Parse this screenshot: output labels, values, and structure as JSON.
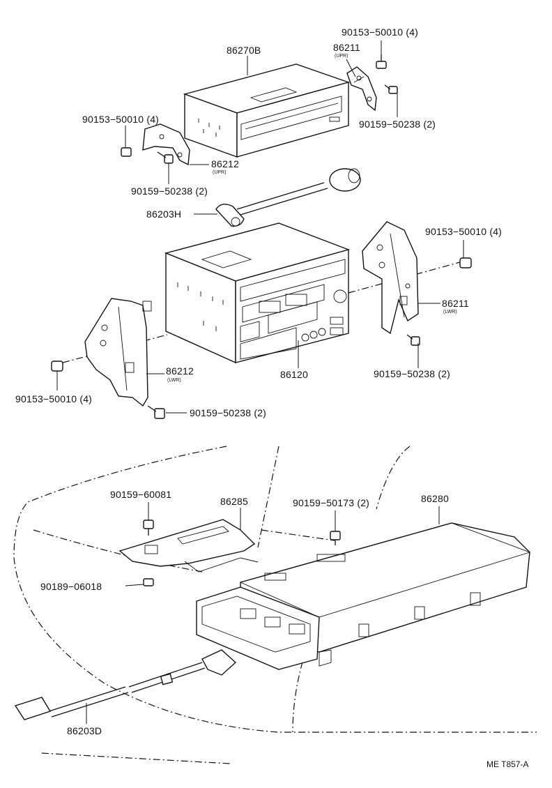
{
  "callouts": {
    "p86270b": "86270B",
    "p90153_tr": "90153−50010 (4)",
    "p86211_upr": "86211",
    "p86211_upr_sub": "(UPR)",
    "p90159_tr": "90159−50238 (2)",
    "p90153_tl": "90153−50010 (4)",
    "p86212_upr": "86212",
    "p86212_upr_sub": "(UPR)",
    "p90159_tl": "90159−50238 (2)",
    "p86203h": "86203H",
    "p90153_mr": "90153−50010 (4)",
    "p86211_lwr": "86211",
    "p86211_lwr_sub": "(LWR)",
    "p90159_mr": "90159−50238 (2)",
    "p86120": "86120",
    "p86212_lwr": "86212",
    "p86212_lwr_sub": "(LWR)",
    "p90153_ml": "90153−50010 (4)",
    "p90159_ml": "90159−50238 (2)",
    "p90159_60081": "90159−60081",
    "p86285": "86285",
    "p90159_50173": "90159−50173 (2)",
    "p86280": "86280",
    "p90189": "90189−06018",
    "p86203d": "86203D"
  },
  "reference": "ME T857-A"
}
